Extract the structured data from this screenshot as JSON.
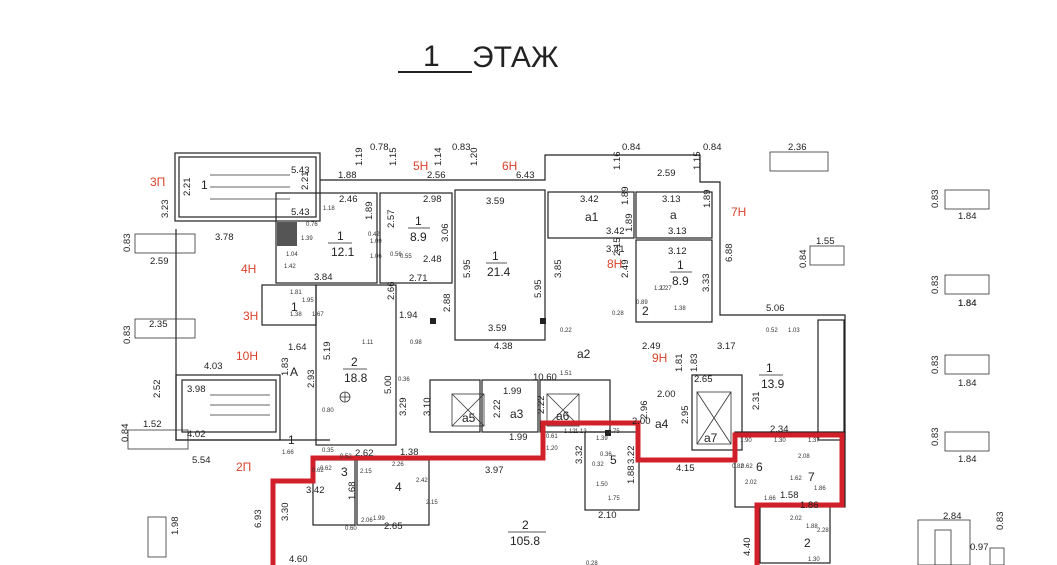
{
  "title": {
    "number": "1",
    "word": "ЭТАЖ"
  },
  "section_labels": [
    {
      "text": "3П"
    },
    {
      "text": "4Н"
    },
    {
      "text": "3Н"
    },
    {
      "text": "10Н"
    },
    {
      "text": "2П"
    },
    {
      "text": "5Н"
    },
    {
      "text": "6Н"
    },
    {
      "text": "7Н"
    },
    {
      "text": "8Н"
    },
    {
      "text": "9Н"
    }
  ],
  "room_labels": [
    {
      "top": "1",
      "bottom": ""
    },
    {
      "top": "1",
      "bottom": "12.1"
    },
    {
      "top": "1",
      "bottom": "8.9"
    },
    {
      "top": "1",
      "bottom": "21.4"
    },
    {
      "top": "a1",
      "bottom": ""
    },
    {
      "top": "a",
      "bottom": ""
    },
    {
      "top": "1",
      "bottom": "8.9"
    },
    {
      "top": "1",
      "bottom": ""
    },
    {
      "top": "A",
      "bottom": ""
    },
    {
      "top": "2",
      "bottom": "18.8"
    },
    {
      "top": "a2",
      "bottom": ""
    },
    {
      "top": "2",
      "bottom": ""
    },
    {
      "top": "1",
      "bottom": "13.9"
    },
    {
      "top": "a5",
      "bottom": ""
    },
    {
      "top": "a3",
      "bottom": ""
    },
    {
      "top": "a6",
      "bottom": ""
    },
    {
      "top": "a4",
      "bottom": ""
    },
    {
      "top": "a7",
      "bottom": ""
    },
    {
      "top": "1",
      "bottom": ""
    },
    {
      "top": "3",
      "bottom": ""
    },
    {
      "top": "4",
      "bottom": ""
    },
    {
      "top": "5",
      "bottom": ""
    },
    {
      "top": "6",
      "bottom": ""
    },
    {
      "top": "7",
      "bottom": ""
    },
    {
      "top": "2",
      "bottom": "105.8"
    },
    {
      "top": "2",
      "bottom": ""
    }
  ],
  "dimensions": [
    "0.78",
    "0.83",
    "0.84",
    "0.84",
    "2.36",
    "1.19",
    "1.14",
    "1.15",
    "2.56",
    "1.20",
    "6.43",
    "1.16",
    "2.59",
    "1.15",
    "5.43",
    "2.21",
    "2.21",
    "5.43",
    "3.23",
    "1.88",
    "2.46",
    "2.98",
    "3.59",
    "3.42",
    "1.89",
    "1.89",
    "3.13",
    "1.89",
    "0.83",
    "1.84",
    "1.89",
    "2.57",
    "3.06",
    "3.78",
    "1.55",
    "0.84",
    "3.42",
    "3.13",
    "0.83",
    "2.59",
    "2.48",
    "5.95",
    "5.95",
    "3.85",
    "3.41",
    "3.12",
    "6.88",
    "3.84",
    "2.71",
    "2.15",
    "2.49",
    "3.33",
    "0.83",
    "1.84",
    "1.94",
    "2.66",
    "2.88",
    "5.06",
    "2.35",
    "1.64",
    "1.83",
    "5.19",
    "3.59",
    "1.84",
    "0.83",
    "4.38",
    "3.17",
    "2.49",
    "4.03",
    "5.00",
    "2.93",
    "1.81",
    "1.83",
    "0.83",
    "1.84",
    "3.98",
    "10.60",
    "2.65",
    "2.52",
    "1.52",
    "1.99",
    "2.22",
    "2.22",
    "2.31",
    "2.96",
    "3.29",
    "3.10",
    "2.95",
    "4.02",
    "2.34",
    "0.84",
    "1.99",
    "2.00",
    "1.84",
    "0.83",
    "5.54",
    "2.62",
    "3.97",
    "4.15",
    "3.32",
    "3.22",
    "1.88",
    "3.42",
    "1.68",
    "2.65",
    "2.10",
    "6.93",
    "3.30",
    "2.84",
    "0.83",
    "1.98",
    "4.60",
    "4.40",
    "0.97",
    "2.00",
    "1.38",
    "1.58",
    "1.86"
  ],
  "small_marks": [
    "0.76",
    "1.18",
    "1.04",
    "1.39",
    "1.42",
    "1.81",
    "1.38",
    "1.66",
    "1.67",
    "1.09",
    "1.06",
    "0.42",
    "1.11",
    "0.98",
    "0.56",
    "0.36",
    "0.55",
    "0.28",
    "0.62",
    "0.35",
    "0.32",
    "0.36",
    "1.27",
    "1.38",
    "0.52",
    "1.03",
    "0.22",
    "1.13",
    "1.12",
    "0.61",
    "1.20",
    "1.75",
    "1.50",
    "1.75",
    "1.39",
    "2.02",
    "1.90",
    "1.30",
    "1.37",
    "2.08",
    "1.62",
    "1.86",
    "1.66",
    "2.02",
    "1.88",
    "2.28",
    "1.30",
    "0.82",
    "0.62",
    "0.60",
    "2.06",
    "1.99",
    "2.26",
    "2.42",
    "2.15",
    "0.52",
    "2.15",
    "0.62",
    "1.95",
    "0.80",
    "0.89",
    "1.27",
    "0.28",
    "1.51"
  ],
  "colors": {
    "walls": "#222222",
    "highlight": "#d2202a",
    "section_label": "#d9432b"
  }
}
